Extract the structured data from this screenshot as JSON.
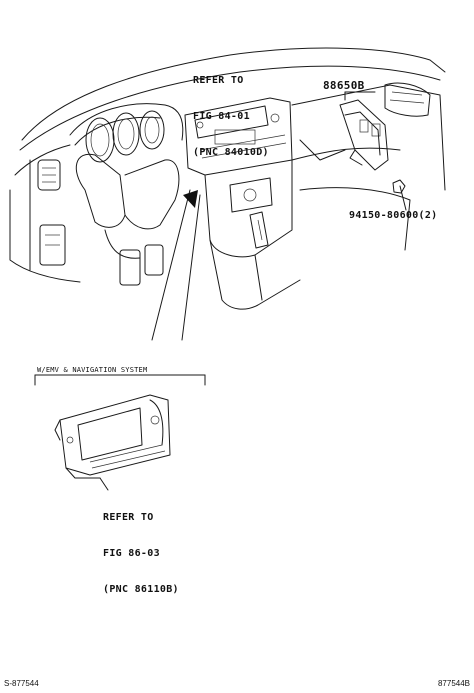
{
  "callouts": {
    "main_ref_line1": "REFER TO",
    "main_ref_line2": "FIG 84-01",
    "main_ref_line3": "(PNC 84010D)",
    "part_number": "88650B",
    "bolt_number": "94150-80600(2)",
    "option_label": "W/EMV & NAVIGATION SYSTEM",
    "nav_ref_line1": "REFER TO",
    "nav_ref_line2": "FIG 86-03",
    "nav_ref_line3": "(PNC 86110B)"
  },
  "footer": {
    "left_code": "S-877544",
    "right_code": "877544B"
  }
}
